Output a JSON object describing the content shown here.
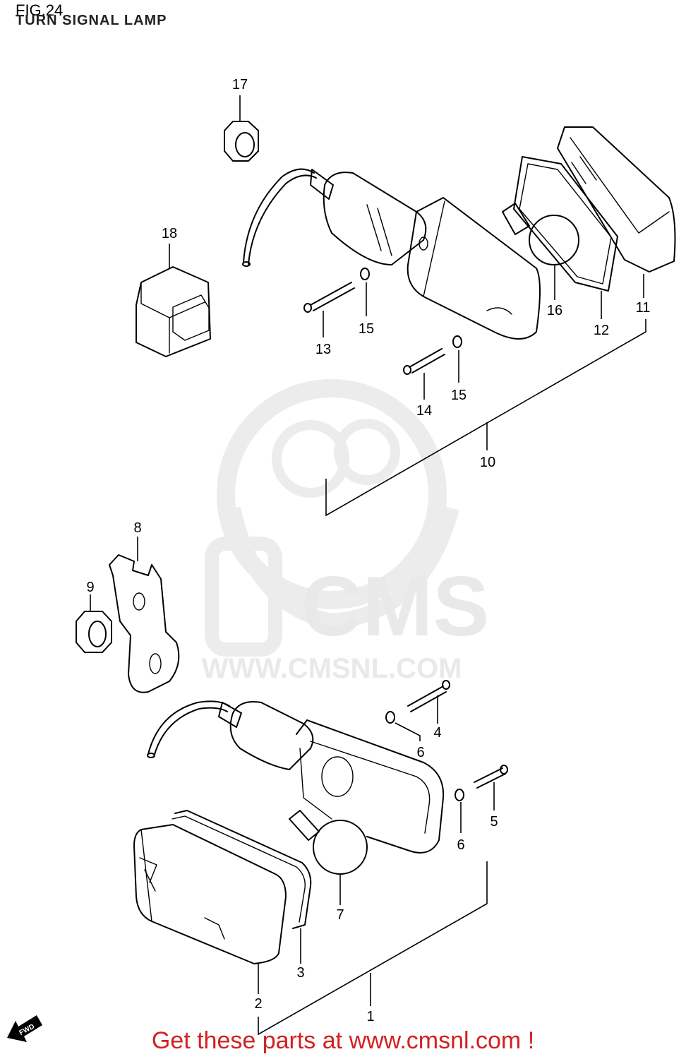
{
  "figure": {
    "number": "FIG.24",
    "title": "TURN SIGNAL LAMP"
  },
  "watermark": {
    "brand": "CMS",
    "url": "WWW.CMSNL.COM"
  },
  "parts": [
    {
      "id": "1",
      "label": "1"
    },
    {
      "id": "2",
      "label": "2"
    },
    {
      "id": "3",
      "label": "3"
    },
    {
      "id": "4",
      "label": "4"
    },
    {
      "id": "5",
      "label": "5"
    },
    {
      "id": "6a",
      "label": "6"
    },
    {
      "id": "6b",
      "label": "6"
    },
    {
      "id": "7",
      "label": "7"
    },
    {
      "id": "8",
      "label": "8"
    },
    {
      "id": "9",
      "label": "9"
    },
    {
      "id": "10",
      "label": "10"
    },
    {
      "id": "11",
      "label": "11"
    },
    {
      "id": "12",
      "label": "12"
    },
    {
      "id": "13",
      "label": "13"
    },
    {
      "id": "14",
      "label": "14"
    },
    {
      "id": "15a",
      "label": "15"
    },
    {
      "id": "15b",
      "label": "15"
    },
    {
      "id": "16",
      "label": "16"
    },
    {
      "id": "17",
      "label": "17"
    },
    {
      "id": "18",
      "label": "18"
    }
  ],
  "direction_marker": {
    "label": "FWD"
  },
  "footer": {
    "text": "Get these parts at www.cmsnl.com !"
  },
  "colors": {
    "line": "#000000",
    "footer": "#d42020",
    "watermark": "#e9e9e9"
  }
}
